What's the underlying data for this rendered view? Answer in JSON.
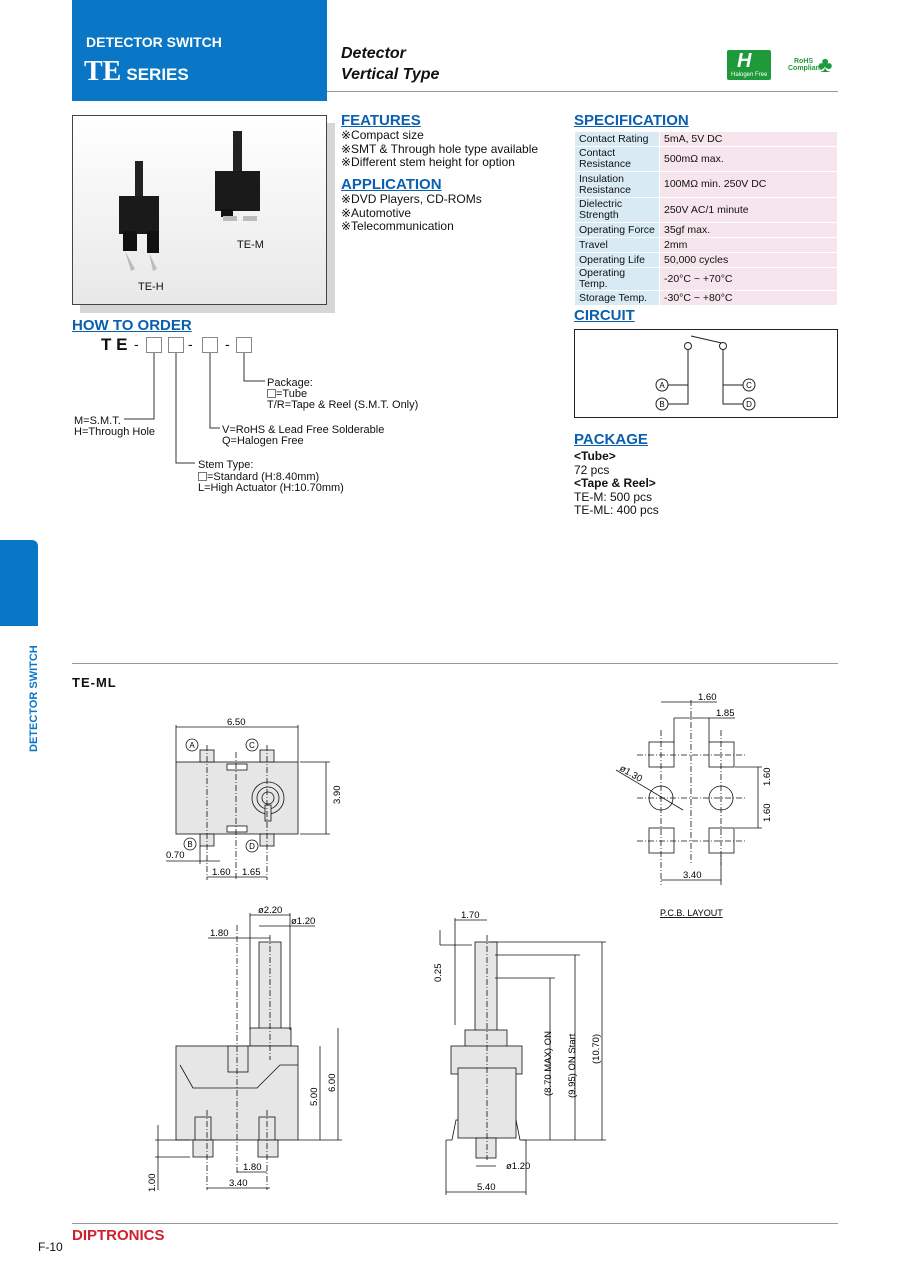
{
  "header": {
    "category": "DETECTOR SWITCH",
    "series_code": "TE",
    "series_word": "SERIES",
    "subtitle1": "Detector",
    "subtitle2": "Vertical Type"
  },
  "badges": {
    "halogen": "Halogen Free",
    "rohs1": "RoHS",
    "rohs2": "Compliant",
    "colors": {
      "brand": "#0a77c6",
      "green": "#1e9a3a"
    }
  },
  "photo": {
    "label_h": "TE-H",
    "label_m": "TE-M"
  },
  "features": {
    "title": "FEATURES",
    "items": [
      "※Compact size",
      "※SMT & Through hole type available",
      "※Different stem height for option"
    ]
  },
  "application": {
    "title": "APPLICATION",
    "items": [
      "※DVD Players, CD-ROMs",
      "※Automotive",
      "※Telecommunication"
    ]
  },
  "specification": {
    "title": "SPECIFICATION",
    "rows": [
      {
        "k": "Contact Rating",
        "v": "5mA, 5V DC"
      },
      {
        "k": "Contact Resistance",
        "v": "500mΩ max."
      },
      {
        "k": "Insulation Resistance",
        "v": "100MΩ min. 250V DC"
      },
      {
        "k": "Dielectric Strength",
        "v": "250V AC/1 minute"
      },
      {
        "k": "Operating Force",
        "v": "35gf max."
      },
      {
        "k": "Travel",
        "v": "2mm"
      },
      {
        "k": "Operating Life",
        "v": "50,000 cycles"
      },
      {
        "k": "Operating Temp.",
        "v": "-20°C ~ +70°C"
      },
      {
        "k": "Storage Temp.",
        "v": "-30°C ~ +80°C"
      }
    ]
  },
  "order": {
    "title": "HOW TO ORDER",
    "prefix": "T E",
    "dash": "-",
    "mount1": "M=S.M.T.",
    "mount2": "H=Through Hole",
    "stem_title": "Stem Type:",
    "stem1": "=Standard (H:8.40mm)",
    "stem2": "L=High Actuator (H:10.70mm)",
    "rohs1": "V=RoHS & Lead Free Solderable",
    "rohs2": "Q=Halogen Free",
    "pkg_title": "Package:",
    "pkg1": "=Tube",
    "pkg2": "T/R=Tape & Reel (S.M.T. Only)"
  },
  "circuit": {
    "title": "CIRCUIT",
    "a": "A",
    "b": "B",
    "c": "C",
    "d": "D"
  },
  "package": {
    "title": "PACKAGE",
    "tube": "<Tube>",
    "tube_qty": "72 pcs",
    "reel": "<Tape & Reel>",
    "reel_m": "TE-M: 500 pcs",
    "reel_ml": "TE-ML: 400 pcs"
  },
  "side_tab": "DETECTOR SWITCH",
  "drawing": {
    "title": "TE-ML",
    "top": {
      "w": "6.50",
      "h": "3.90",
      "p1": "0.70",
      "p2": "1.60",
      "p3": "1.65",
      "a": "A",
      "b": "B",
      "c": "C",
      "d": "D"
    },
    "pcb": {
      "d1": "1.60",
      "d2": "1.85",
      "dia": "ø1.30",
      "v1": "1.60",
      "v2": "1.60",
      "w": "3.40",
      "label": "P.C.B.  LAYOUT"
    },
    "front": {
      "d1": "ø2.20",
      "d2": "ø1.20",
      "off": "1.80",
      "h1": "5.00",
      "h2": "6.00",
      "pin": "1.00",
      "p1": "1.80",
      "p2": "3.40"
    },
    "side": {
      "w1": "1.70",
      "t": "0.25",
      "h1": "(8.70 MAX) ON",
      "h2": "(9.95) ON Start",
      "h3": "(10.70)",
      "dia": "ø1.20",
      "w": "5.40"
    }
  },
  "footer": {
    "page": "F-10",
    "brand": "DIPTRONICS"
  }
}
